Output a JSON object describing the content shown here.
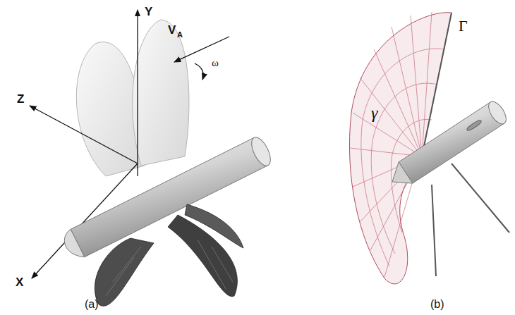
{
  "diagram": {
    "labels": [
      "Y",
      "V",
      "A",
      "ω",
      "Z",
      "X",
      "(a)",
      "Γ",
      "γ",
      "(b)"
    ]
  }
}
